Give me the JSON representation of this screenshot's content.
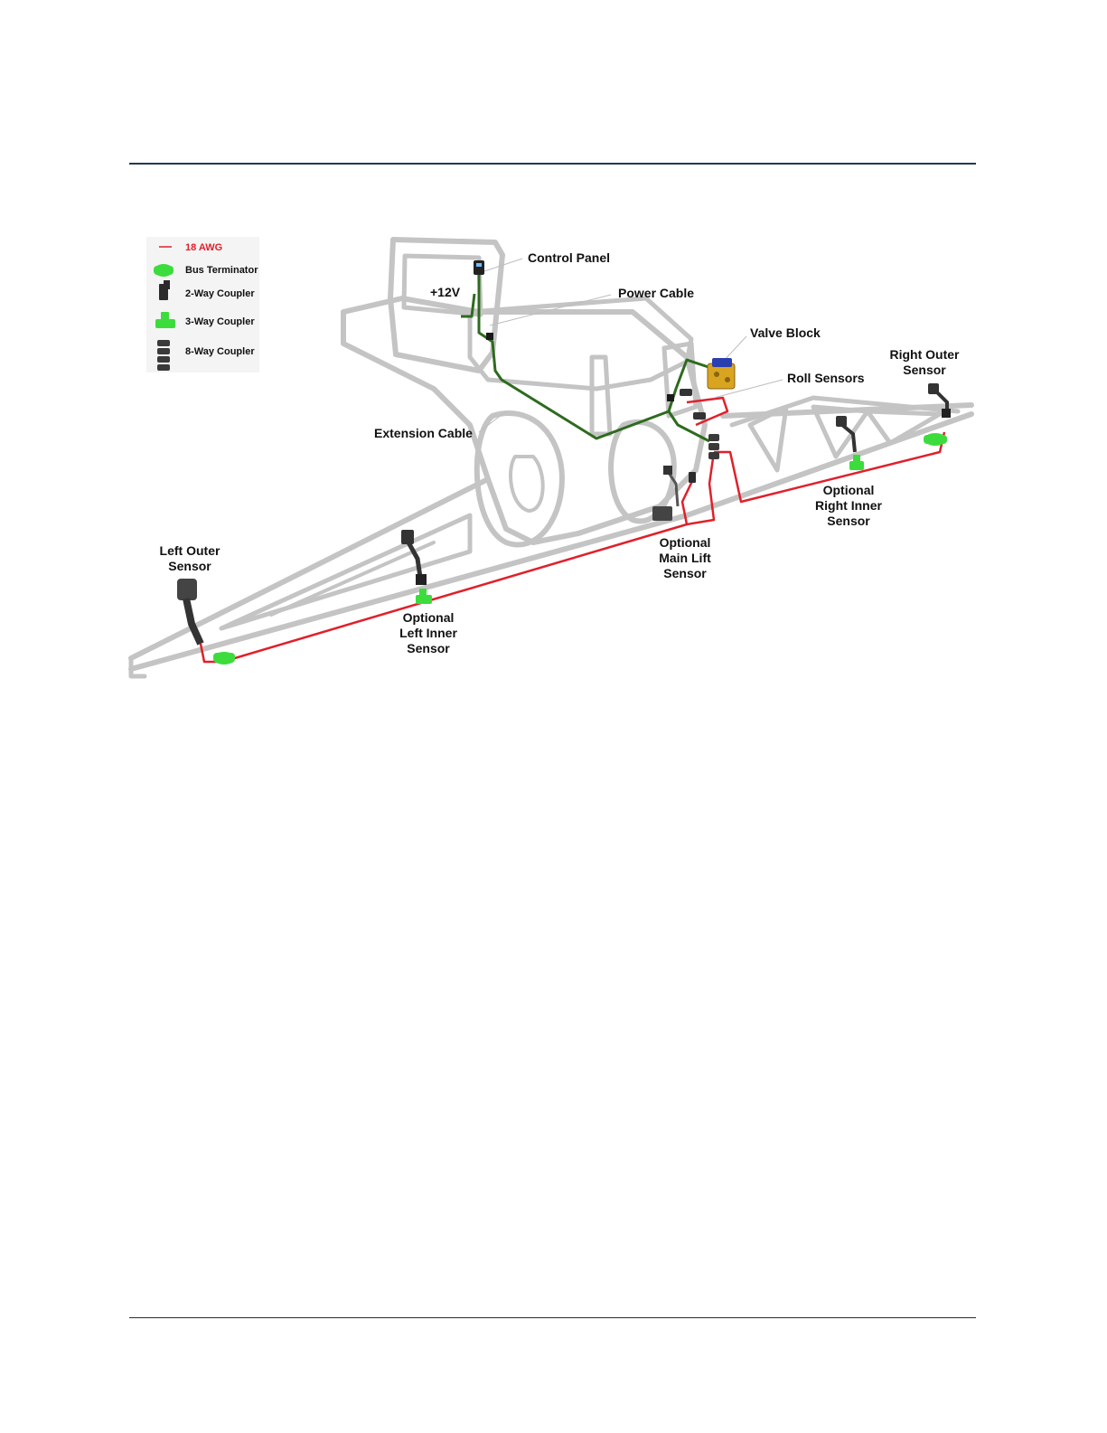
{
  "legend": {
    "items": [
      {
        "label": "18 AWG",
        "icon": "red-wire-line-icon",
        "color": "#e0202a"
      },
      {
        "label": "Bus Terminator",
        "icon": "bus-terminator-icon",
        "color": "#3ddc3d"
      },
      {
        "label": "2-Way Coupler",
        "icon": "two-way-coupler-icon",
        "color": "#2b2b2b"
      },
      {
        "label": "3-Way Coupler",
        "icon": "three-way-coupler-icon",
        "color": "#3ddc3d"
      },
      {
        "label": "8-Way Coupler",
        "icon": "eight-way-coupler-icon",
        "color": "#3a3a3a"
      }
    ]
  },
  "labels": {
    "control_panel": "Control Panel",
    "plus_12v": "+12V",
    "power_cable": "Power Cable",
    "valve_block": "Valve Block",
    "roll_sensors": "Roll Sensors",
    "right_outer_sensor": [
      "Right Outer",
      "Sensor"
    ],
    "extension_cable": "Extension Cable",
    "optional_right_inner_sensor": [
      "Optional",
      "Right Inner",
      "Sensor"
    ],
    "optional_main_lift_sensor": [
      "Optional",
      "Main Lift",
      "Sensor"
    ],
    "left_outer_sensor": [
      "Left Outer",
      "Sensor"
    ],
    "optional_left_inner_sensor": [
      "Optional",
      "Left Inner",
      "Sensor"
    ]
  },
  "colors": {
    "wire_red": "#e0202a",
    "wire_green": "#2e6b1e",
    "outline_gray": "#c4c4c4",
    "terminator_green": "#3ddc3d",
    "valve_block_yellow": "#d9a420",
    "valve_block_blue": "#2a3fb0",
    "rule_top": "#1f3a52"
  }
}
